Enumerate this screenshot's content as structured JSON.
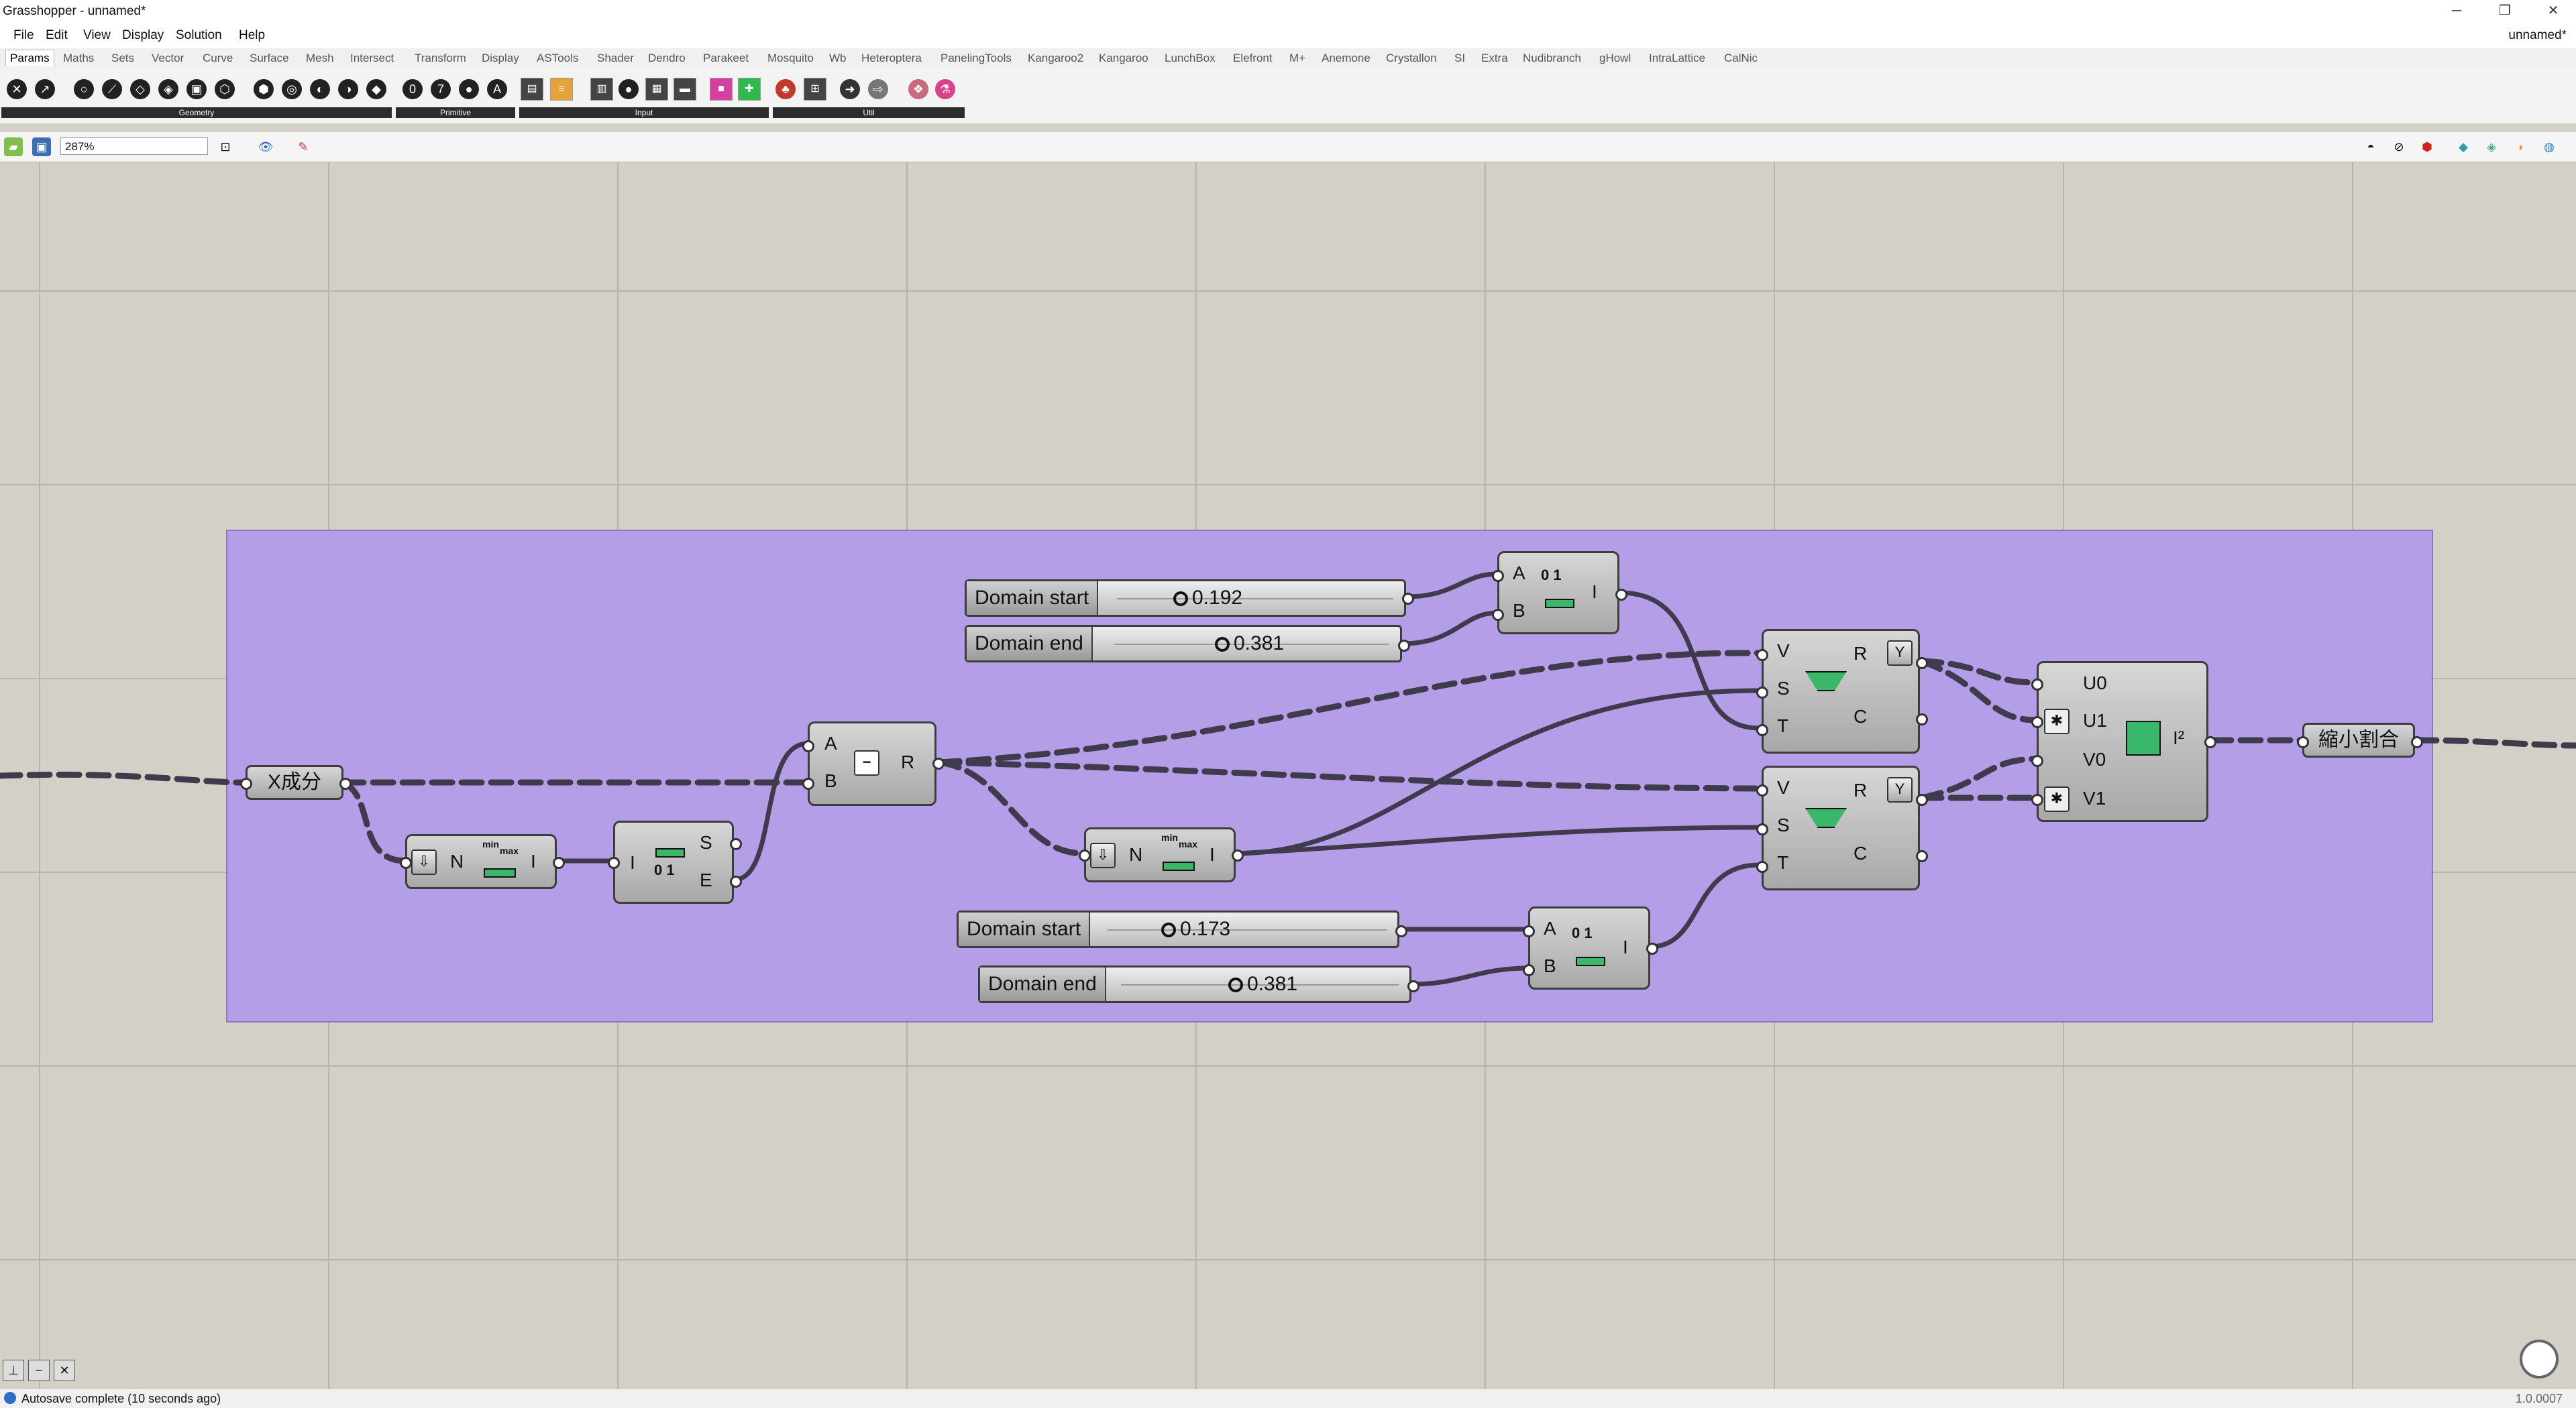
{
  "window": {
    "title": "Grasshopper - unnamed*",
    "doc_name": "unnamed*",
    "min_glyph": "─",
    "restore_glyph": "❐",
    "close_glyph": "✕"
  },
  "menu": [
    "File",
    "Edit",
    "View",
    "Display",
    "Solution",
    "Help"
  ],
  "tabs": [
    "Params",
    "Maths",
    "Sets",
    "Vector",
    "Curve",
    "Surface",
    "Mesh",
    "Intersect",
    "Transform",
    "Display",
    "ASTools",
    "Shader",
    "Dendro",
    "Parakeet",
    "Mosquito",
    "Wb",
    "Heteroptera",
    "PanelingTools",
    "Kangaroo2",
    "Kangaroo",
    "LunchBox",
    "Elefront",
    "M+",
    "Anemone",
    "Crystallon",
    "SI",
    "Extra",
    "Nudibranch",
    "gHowl",
    "IntraLattice",
    "CalNic"
  ],
  "ribbon_groups": [
    "Geometry",
    "Primitive",
    "Input",
    "Util"
  ],
  "canvas_toolbar": {
    "zoom": "287%"
  },
  "components": {
    "x_component": "X成分",
    "shrink_ratio": "縮小割合",
    "subtract": {
      "a": "A",
      "b": "B",
      "r": "R",
      "op": "−"
    },
    "bounds1": {
      "in": "N",
      "out": "I",
      "min": "min",
      "max": "max"
    },
    "bounds2": {
      "in": "N",
      "out": "I",
      "min": "min",
      "max": "max"
    },
    "deconstruct": {
      "in": "I",
      "s": "S",
      "e": "E",
      "nums": "0 1"
    },
    "construct1": {
      "a": "A",
      "b": "B",
      "out": "I",
      "nums": "0 1"
    },
    "construct2": {
      "a": "A",
      "b": "B",
      "out": "I",
      "nums": "0 1"
    },
    "remap1": {
      "v": "V",
      "s": "S",
      "t": "T",
      "r": "R",
      "c": "C"
    },
    "remap2": {
      "v": "V",
      "s": "S",
      "t": "T",
      "r": "R",
      "c": "C"
    },
    "domain2": {
      "u0": "U0",
      "u1": "U1",
      "v0": "V0",
      "v1": "V1",
      "out": "I²"
    }
  },
  "sliders": [
    {
      "name": "Domain start",
      "value": "0.192"
    },
    {
      "name": "Domain end",
      "value": "0.381"
    },
    {
      "name": "Domain start",
      "value": "0.173"
    },
    {
      "name": "Domain end",
      "value": "0.381"
    }
  ],
  "status": {
    "message": "Autosave complete (10 seconds ago)",
    "version": "1.0.0007"
  }
}
